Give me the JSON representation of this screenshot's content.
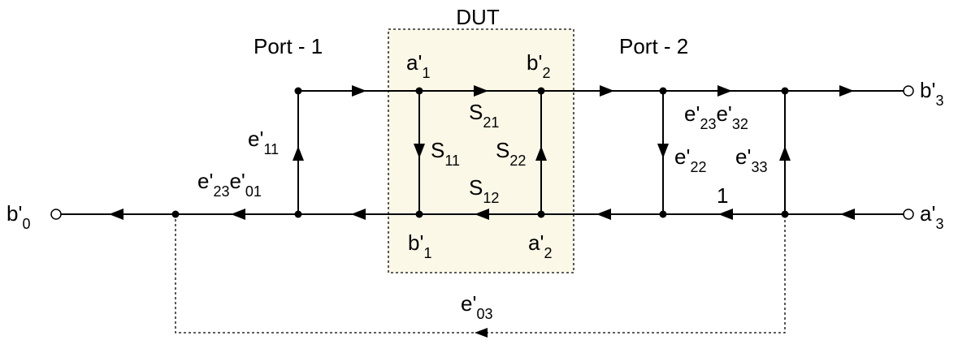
{
  "colors": {
    "dut_fill": "#fbf8e8",
    "line": "#000000",
    "background": "#ffffff"
  },
  "titles": {
    "dut": "DUT",
    "port1": "Port - 1",
    "port2": "Port - 2"
  },
  "nodes": {
    "a1": {
      "base": "a'",
      "sub": "1"
    },
    "b2": {
      "base": "b'",
      "sub": "2"
    },
    "b1": {
      "base": "b'",
      "sub": "1"
    },
    "a2": {
      "base": "a'",
      "sub": "2"
    },
    "b0": {
      "base": "b'",
      "sub": "0"
    },
    "b3": {
      "base": "b'",
      "sub": "3"
    },
    "a3": {
      "base": "a'",
      "sub": "3"
    }
  },
  "branches": {
    "s21": {
      "base": "S",
      "sub": "21"
    },
    "s11": {
      "base": "S",
      "sub": "11"
    },
    "s22": {
      "base": "S",
      "sub": "22"
    },
    "s12": {
      "base": "S",
      "sub": "12"
    },
    "e11": {
      "base": "e'",
      "sub": "11"
    },
    "e23e01": {
      "base1": "e'",
      "sub1": "23",
      "base2": "e'",
      "sub2": "01"
    },
    "e23e32": {
      "base1": "e'",
      "sub1": "23",
      "base2": "e'",
      "sub2": "32"
    },
    "e22": {
      "base": "e'",
      "sub": "22"
    },
    "e33": {
      "base": "e'",
      "sub": "33"
    },
    "one": "1",
    "e03": {
      "base": "e'",
      "sub": "03"
    }
  }
}
